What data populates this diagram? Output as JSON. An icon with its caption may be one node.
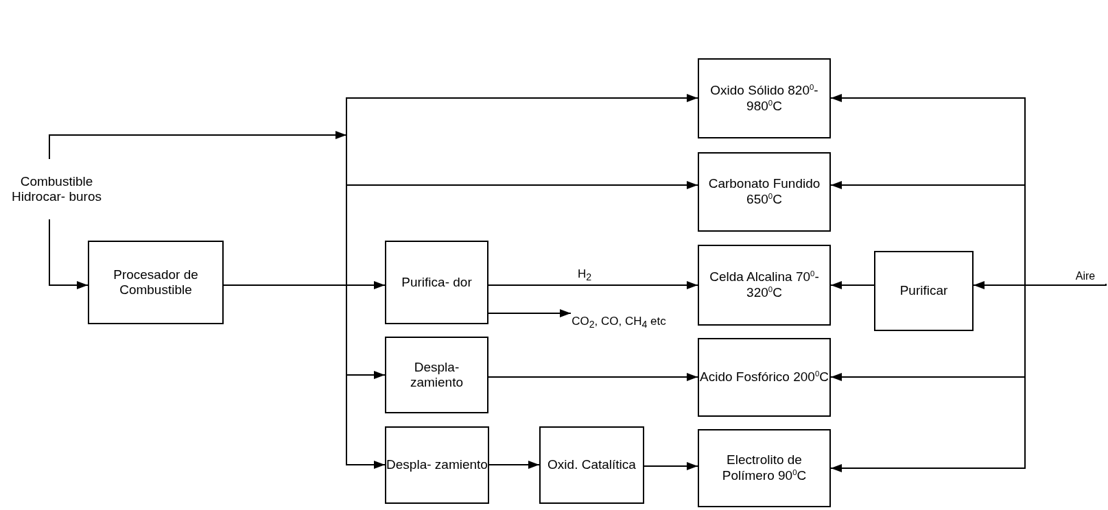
{
  "diagram": {
    "nodes": [
      {
        "text": [
          "Combustible Hidrocar- buros"
        ]
      },
      {
        "text": [
          "Procesador de Combustible"
        ]
      },
      {
        "text": [
          "Purifica- dor"
        ]
      },
      {
        "text": [
          "Despla- zamiento"
        ]
      },
      {
        "text": [
          "Despla- zamiento"
        ]
      },
      {
        "text": [
          "Oxid. Catalítica"
        ]
      },
      {
        "text": [
          "Oxido Sólido 820$^{0}$-980$^{0}$C"
        ]
      },
      {
        "text": [
          "Carbonato Fundido 650$^{0}$C"
        ]
      },
      {
        "text": [
          "Celda Alcalina 70$^{0}$-320$^{0}$C"
        ]
      },
      {
        "text": [
          "Acido Fosfórico 200$^{0}$C"
        ]
      },
      {
        "text": [
          "Electrolito de Polímero 90$^{0}$C"
        ]
      },
      {
        "text": [
          "Purificar"
        ]
      },
      {
        "text": [
          "CO$_{2}$, CO, CH$_{4}$ etc"
        ]
      },
      {
        "text": [
          "Aire"
        ]
      }
    ],
    "edges": [
      {
        "from": 0,
        "to": 1,
        "arrow": "to"
      },
      {
        "from": 0,
        "to": 6,
        "arrow": "to"
      },
      {
        "from": 0,
        "to": 7,
        "arrow": "to"
      },
      {
        "from": 0,
        "to": 3,
        "arrow": "to"
      },
      {
        "from": 0,
        "to": 4,
        "arrow": "to"
      },
      {
        "from": 1,
        "to": 2,
        "arrow": "to"
      },
      {
        "from": 2,
        "to": 8,
        "arrow": "to",
        "label": "H$_{2}$"
      },
      {
        "from": 2,
        "to": 12,
        "arrow": "to"
      },
      {
        "from": 3,
        "to": 9,
        "arrow": "to"
      },
      {
        "from": 4,
        "to": 5,
        "arrow": "to"
      },
      {
        "from": 5,
        "to": 10,
        "arrow": "to"
      },
      {
        "from": 13,
        "to": 11,
        "arrow": "to"
      },
      {
        "from": 13,
        "to": 6,
        "arrow": "to"
      },
      {
        "from": 13,
        "to": 7,
        "arrow": "to"
      },
      {
        "from": 13,
        "to": 9,
        "arrow": "to"
      },
      {
        "from": 13,
        "to": 10,
        "arrow": "to"
      },
      {
        "from": 11,
        "to": 8,
        "arrow": "to"
      }
    ]
  }
}
